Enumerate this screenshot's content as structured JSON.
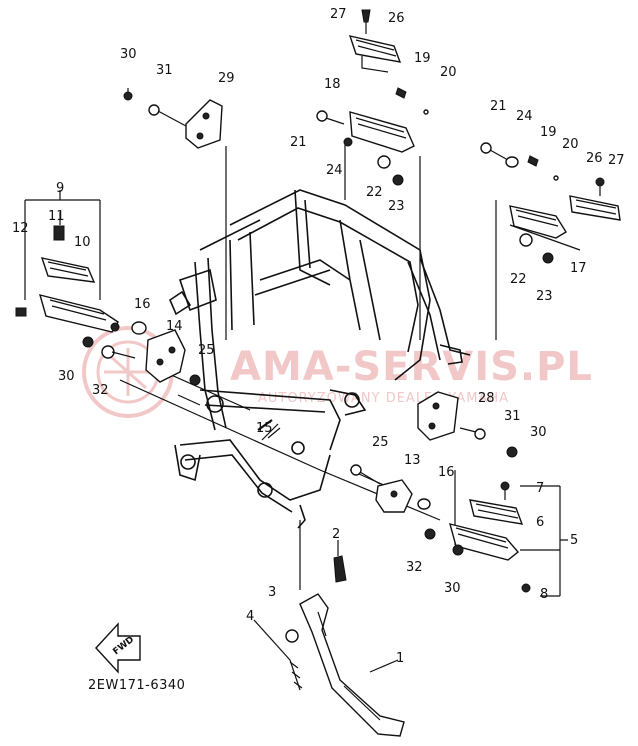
{
  "diagram": {
    "part_code": "2EW171-6340",
    "forward_label": "FWD",
    "watermark": {
      "main": "AMA-SERVIS.PL",
      "sub": "AUTORYZOWANY DEALER YAMAHA",
      "colors": {
        "watermark": "#f2c7c7"
      }
    },
    "callouts": {
      "c1": "1",
      "c2": "2",
      "c3": "3",
      "c4": "4",
      "c5": "5",
      "c6": "6",
      "c7": "7",
      "c8": "8",
      "c9": "9",
      "c10": "10",
      "c11": "11",
      "c12": "12",
      "c13": "13",
      "c14": "14",
      "c15": "15",
      "c16a": "16",
      "c16b": "16",
      "c17": "17",
      "c18": "18",
      "c19a": "19",
      "c19b": "19",
      "c20a": "20",
      "c20b": "20",
      "c21a": "21",
      "c21b": "21",
      "c22a": "22",
      "c22b": "22",
      "c23a": "23",
      "c23b": "23",
      "c24a": "24",
      "c24b": "24",
      "c25a": "25",
      "c25b": "25",
      "c26a": "26",
      "c26b": "26",
      "c27a": "27",
      "c27b": "27",
      "c28": "28",
      "c29": "29",
      "c30a": "30",
      "c30b": "30",
      "c30c": "30",
      "c30d": "30",
      "c31a": "31",
      "c31b": "31",
      "c32a": "32",
      "c32b": "32"
    }
  }
}
